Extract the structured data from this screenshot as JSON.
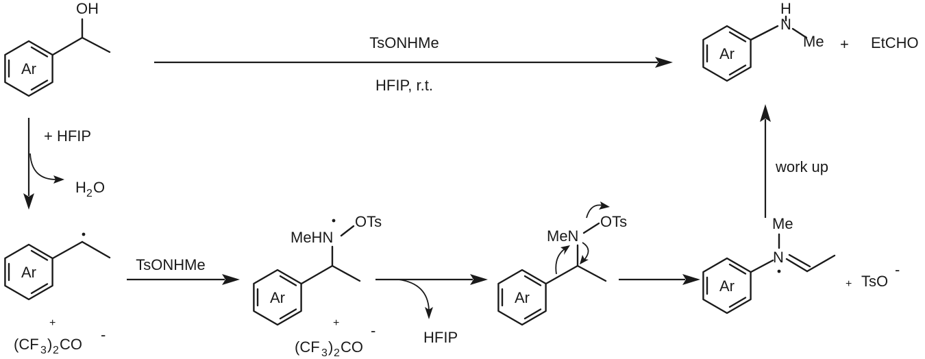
{
  "ring_label": "Ar",
  "top": {
    "start_oh": "OH",
    "reagent": "TsONHMe",
    "conditions": "HFIP, r.t.",
    "product_h": "H",
    "product_n": "N",
    "product_me": "Me",
    "plus": "+",
    "byproduct": "EtCHO"
  },
  "step1": {
    "reagent": "+ HFIP",
    "loss_h": "H",
    "loss_sub": "2",
    "loss_o": "O"
  },
  "radical": {
    "plus": "+",
    "anion_a": "(CF",
    "anion_sub1": "3",
    "anion_b": ")",
    "anion_sub2": "2",
    "anion_c": "CO",
    "charge": "-"
  },
  "step2": {
    "reagent": "TsONHMe"
  },
  "adduct": {
    "mehn": "MeHN",
    "ots": "OTs",
    "plus": "+",
    "anion_a": "(CF",
    "anion_sub1": "3",
    "anion_b": ")",
    "anion_sub2": "2",
    "anion_c": "CO",
    "charge": "-"
  },
  "step3": {
    "loss": "HFIP"
  },
  "migration": {
    "men": "MeN",
    "ots": "OTs"
  },
  "iminium": {
    "me": "Me",
    "n": "N",
    "plus": "+",
    "tso": "TsO",
    "charge": "-"
  },
  "step5": {
    "label": "work up"
  }
}
